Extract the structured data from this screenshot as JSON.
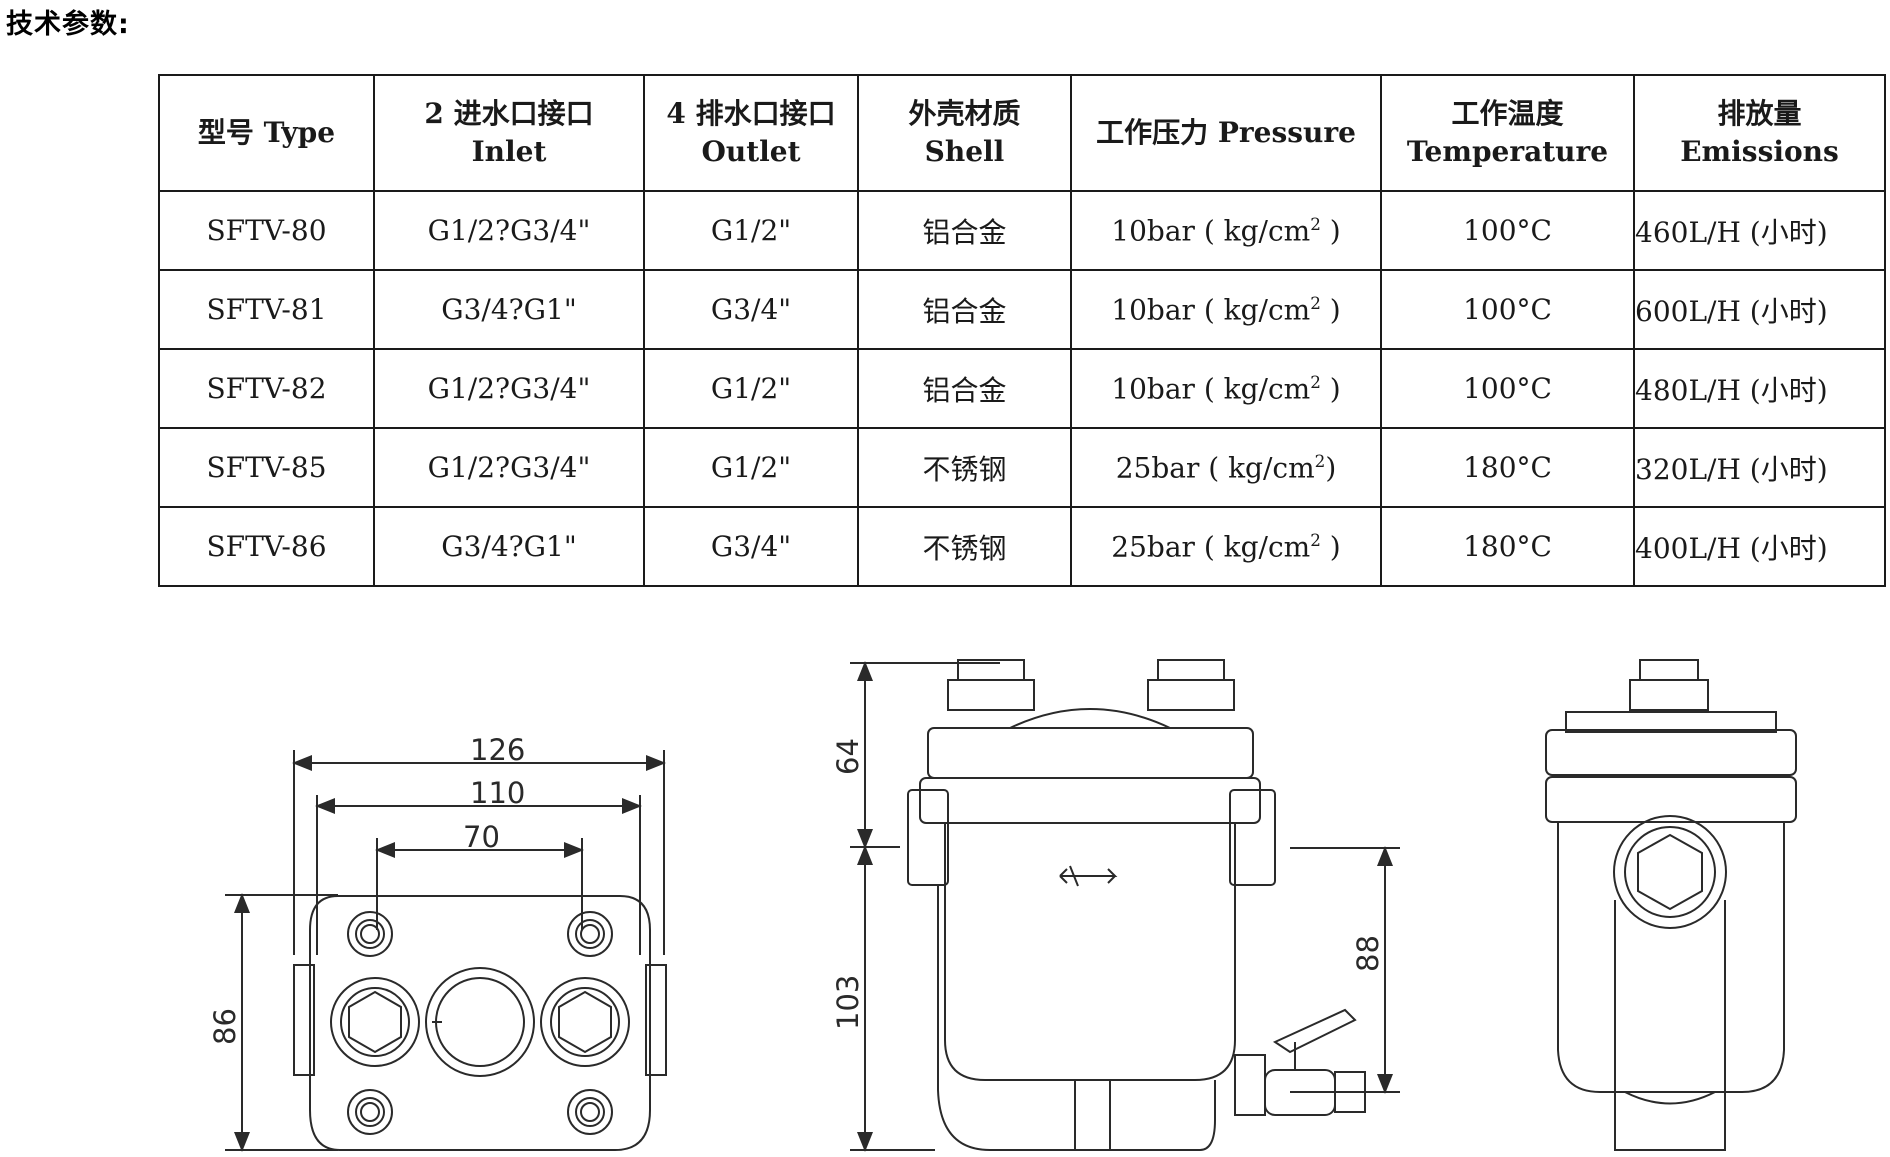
{
  "heading": "技术参数:",
  "table": {
    "headers": [
      {
        "line1": "型号 Type",
        "line2": ""
      },
      {
        "line1": "2 进水口接口",
        "line2": "Inlet"
      },
      {
        "line1": "4 排水口接口",
        "line2": "Outlet"
      },
      {
        "line1": "外壳材质",
        "line2": "Shell"
      },
      {
        "line1": "工作压力 Pressure",
        "line2": ""
      },
      {
        "line1": "工作温度",
        "line2": "Temperature"
      },
      {
        "line1": "排放量",
        "line2": "Emissions"
      }
    ],
    "rows": [
      {
        "model": "SFTV-80",
        "inlet": "G1/2?G3/4\"",
        "outlet": "G1/2\"",
        "shell": "铝合金",
        "pressure": "10bar ( kg/cm",
        "pressure_sup": "2",
        "pressure_end": " )",
        "temp": "100°C",
        "emissions": "460L/H (小时)"
      },
      {
        "model": "SFTV-81",
        "inlet": "G3/4?G1\"",
        "outlet": "G3/4\"",
        "shell": "铝合金",
        "pressure": "10bar ( kg/cm",
        "pressure_sup": "2",
        "pressure_end": " )",
        "temp": "100°C",
        "emissions": "600L/H (小时)"
      },
      {
        "model": "SFTV-82",
        "inlet": "G1/2?G3/4\"",
        "outlet": "G1/2\"",
        "shell": "铝合金",
        "pressure": "10bar ( kg/cm",
        "pressure_sup": "2",
        "pressure_end": " )",
        "temp": "100°C",
        "emissions": "480L/H (小时)"
      },
      {
        "model": "SFTV-85",
        "inlet": "G1/2?G3/4\"",
        "outlet": "G1/2\"",
        "shell": "不锈钢",
        "pressure": "25bar ( kg/cm",
        "pressure_sup": "2",
        "pressure_end": ")",
        "temp": "180°C",
        "emissions": "320L/H (小时)"
      },
      {
        "model": "SFTV-86",
        "inlet": "G3/4?G1\"",
        "outlet": "G3/4\"",
        "shell": "不锈钢",
        "pressure": "25bar ( kg/cm",
        "pressure_sup": "2",
        "pressure_end": " )",
        "temp": "180°C",
        "emissions": "400L/H (小时)"
      }
    ]
  },
  "drawings": {
    "top_view": {
      "dim_total": "126",
      "dim_bolt": "110",
      "dim_ports": "70",
      "dim_height": "86"
    },
    "side_view": {
      "dim_upper": "64",
      "dim_lower": "103",
      "dim_outlet": "88"
    }
  }
}
